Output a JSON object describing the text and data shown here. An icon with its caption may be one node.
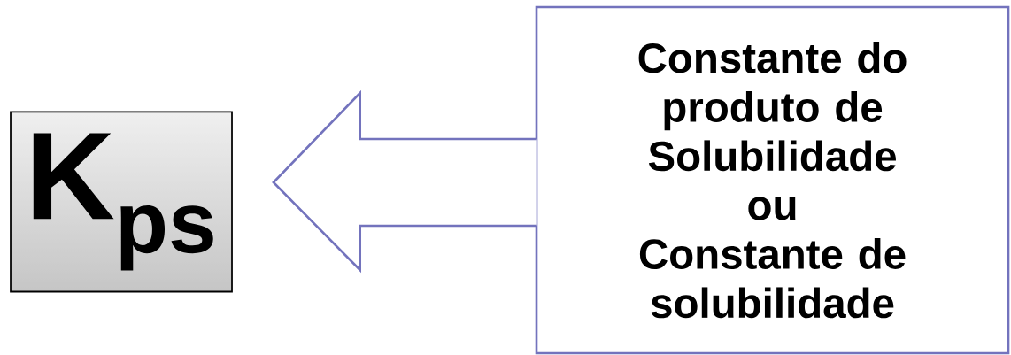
{
  "diagram": {
    "nodes": [
      {
        "text": [
          "K$_{ps}$"
        ]
      },
      {
        "text": [
          "Constante do produto de Solubilidade",
          "ou",
          "Constante de solubilidade"
        ]
      }
    ],
    "edges": [
      {
        "from": 1,
        "to": 0,
        "arrow": "to"
      }
    ]
  }
}
